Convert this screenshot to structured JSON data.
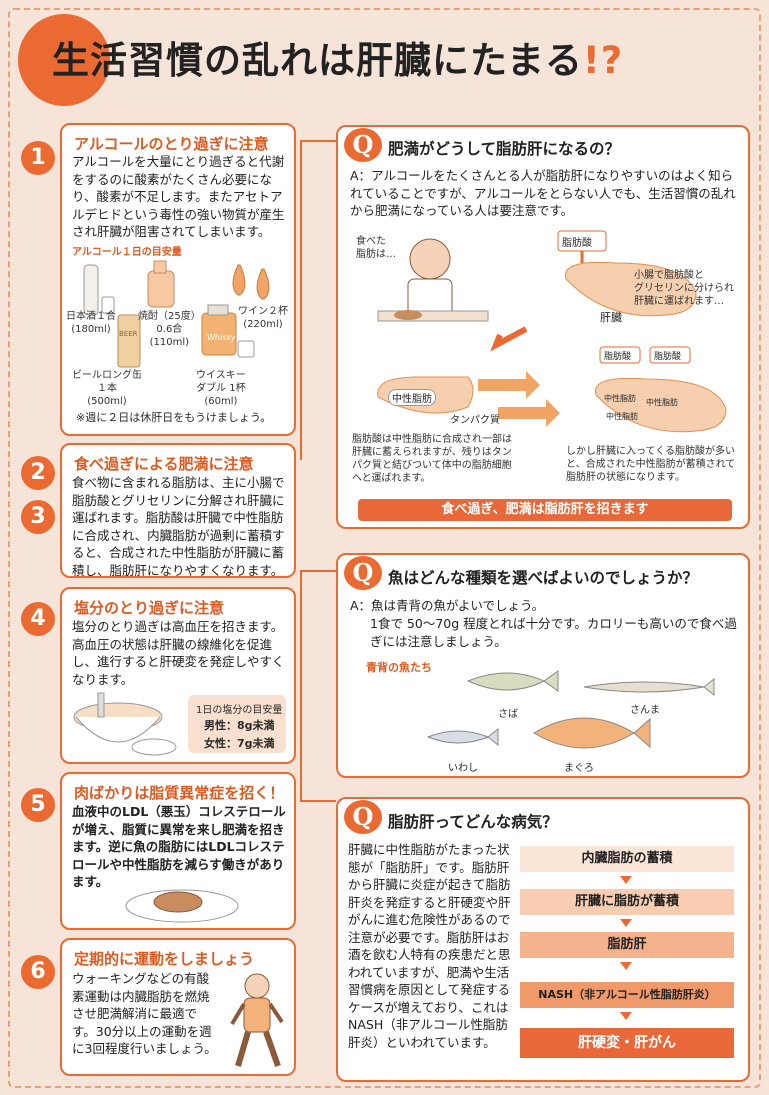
{
  "title": {
    "main": "生活習慣の乱れは肝臓にたまる",
    "mark": "!?"
  },
  "s1": {
    "num": "1",
    "heading": "アルコールのとり過ぎに注意",
    "body": "アルコールを大量にとり過ぎると代謝をするのに酸素がたくさん必要になり、酸素が不足します。またアセトアルデヒドという毒性の強い物質が産生され肝臓が阻害されてしまいます。",
    "sub": "アルコール１日の目安量",
    "items": {
      "sake": "日本酒１合\n(180ml)",
      "shochu": "焼酎（25度）\n0.6合\n(110ml)",
      "wine": "ワイン２杯\n(220ml)",
      "beer": "ビールロング缶\n１本\n(500ml)",
      "whisky": "ウイスキー\nダブル 1杯\n(60ml)"
    },
    "label_whisky": "Whisky",
    "label_beer": "BEER",
    "note": "※週に２日は休肝日をもうけましょう。"
  },
  "s2": {
    "num": "2",
    "heading": "食べ過ぎによる肥満に注意"
  },
  "s3": {
    "num": "3",
    "body": "食べ物に含まれる脂肪は、主に小腸で脂肪酸とグリセリンに分解され肝臓に運ばれます。脂肪酸は肝臓で中性脂肪に合成され、内臓脂肪が過剰に蓄積すると、合成された中性脂肪が肝臓に蓄積し、脂肪肝になりやすくなります。"
  },
  "s4": {
    "num": "4",
    "heading": "塩分のとり過ぎに注意",
    "body": "塩分のとり過ぎは高血圧を招きます。高血圧の状態は肝臓の線維化を促進し、進行すると肝硬変を発症しやすくなります。",
    "salt_title": "1日の塩分の目安量",
    "male": "男性：8g未満",
    "female": "女性：7g未満"
  },
  "s5": {
    "num": "5",
    "heading": "肉ばかりは脂質異常症を招く！",
    "body": "血液中のLDL（悪玉）コレステロールが増え、脂質に異常を来し肥満を招きます。逆に魚の脂肪にはLDLコレステロールや中性脂肪を減らす働きがあります。"
  },
  "s6": {
    "num": "6",
    "heading": "定期的に運動をしましょう",
    "body": "ウォーキングなどの有酸素運動は内臓脂肪を燃焼させ肥満解消に最適です。30分以上の運動を週に3回程度行いましょう。"
  },
  "q1": {
    "mark": "Q",
    "title": "肥満がどうして脂肪肝になるの？",
    "answer": "A：アルコールをたくさんとる人が脂肪肝になりやすいのはよく知られていることですが、アルコールをとらない人でも、生活習慣の乱れから肥満になっている人は要注意です。",
    "label_food": "食べた\n脂肪は…",
    "label_fatty_acid": "脂肪酸",
    "label_liver": "肝臓",
    "note_small_intestine": "小腸で脂肪酸と\nグリセリンに分けられ\n肝臓に運ばれます…",
    "label_neutral_fat": "中性脂肪",
    "label_protein": "タンパク質",
    "label_fa1": "脂肪酸",
    "label_fa2": "脂肪酸",
    "label_nf1": "中性脂肪",
    "label_nf2": "中性脂肪",
    "label_nf3": "中性脂肪",
    "note_left": "脂肪酸は中性脂肪に合成され一部は肝臓に蓄えられますが、残りはタンパク質と結びついて体中の脂肪細胞へと運ばれます。",
    "note_right": "しかし肝臓に入ってくる脂肪酸が多いと、合成された中性脂肪が蓄積されて脂肪肝の状態になります。",
    "banner": "食べ過ぎ、肥満は脂肪肝を招きます"
  },
  "q2": {
    "mark": "Q",
    "title": "魚はどんな種類を選べばよいのでしょうか？",
    "answer_1": "A：魚は青背の魚がよいでしょう。",
    "answer_2": "1食で 50～70g 程度とれば十分です。カロリーも高いので食べ過ぎには注意しましょう。",
    "fish_title": "青背の魚たち",
    "fish": {
      "saba": "さば",
      "sanma": "さんま",
      "iwashi": "いわし",
      "maguro": "まぐろ"
    }
  },
  "q3": {
    "mark": "Q",
    "title": "脂肪肝ってどんな病気？",
    "body": "肝臓に中性脂肪がたまった状態が「脂肪肝」です。脂肪肝から肝臓に炎症が起きて脂肪肝炎を発症すると肝硬変や肝がんに進む危険性があるので注意が必要です。脂肪肝はお酒を飲む人特有の疾患だと思われていますが、肥満や生活習慣病を原因として発症するケースが増えており、これは NASH（非アルコール性脂肪肝炎）といわれています。",
    "flow": [
      "内臓脂肪の蓄積",
      "肝臓に脂肪が蓄積",
      "脂肪肝",
      "NASH（非アルコール性脂肪肝炎）",
      "肝硬変・肝がん"
    ]
  },
  "colors": {
    "accent": "#ea6a32",
    "page": "#f6e4d8"
  }
}
